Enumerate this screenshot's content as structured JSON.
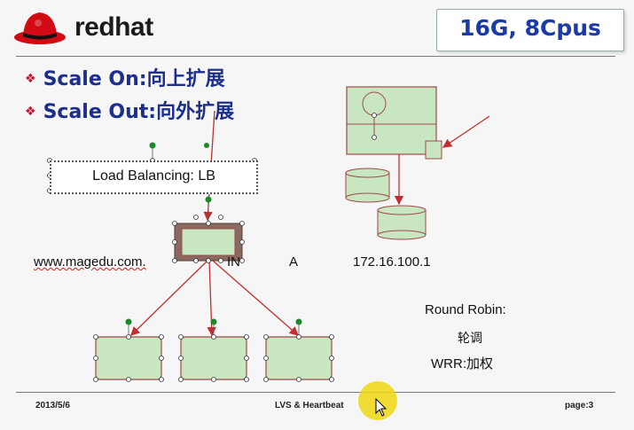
{
  "header": {
    "logo_text": "redhat",
    "title": "16G, 8Cpus"
  },
  "bullets": [
    {
      "en": "Scale On",
      "sep": ":",
      "zh": "向上扩展"
    },
    {
      "en": "Scale Out",
      "sep": ":",
      "zh": "向外扩展"
    }
  ],
  "load_balancer_label": "Load Balancing: LB",
  "dns_record": {
    "domain": "www.magedu.com.",
    "class": "IN",
    "type": "A",
    "address": "172.16.100.1"
  },
  "scheduling": {
    "heading": "Round Robin:",
    "rr_zh": "轮调",
    "wrr": "WRR:加权"
  },
  "footer": {
    "date": "2013/5/6",
    "center": "LVS & Heartbeat",
    "page": "page:3"
  },
  "colors": {
    "box_fill": "#c8e6c0",
    "box_stroke": "#a04848",
    "arrow": "#c03030",
    "handle": "#1a8a2a",
    "title_text": "#1a3aa6",
    "bullet_text": "#1c2f8f"
  },
  "icons": {
    "logo": "redhat-shadowman-icon",
    "bullet": "diamond-bullet-icon",
    "pointer": "mouse-pointer-icon"
  }
}
